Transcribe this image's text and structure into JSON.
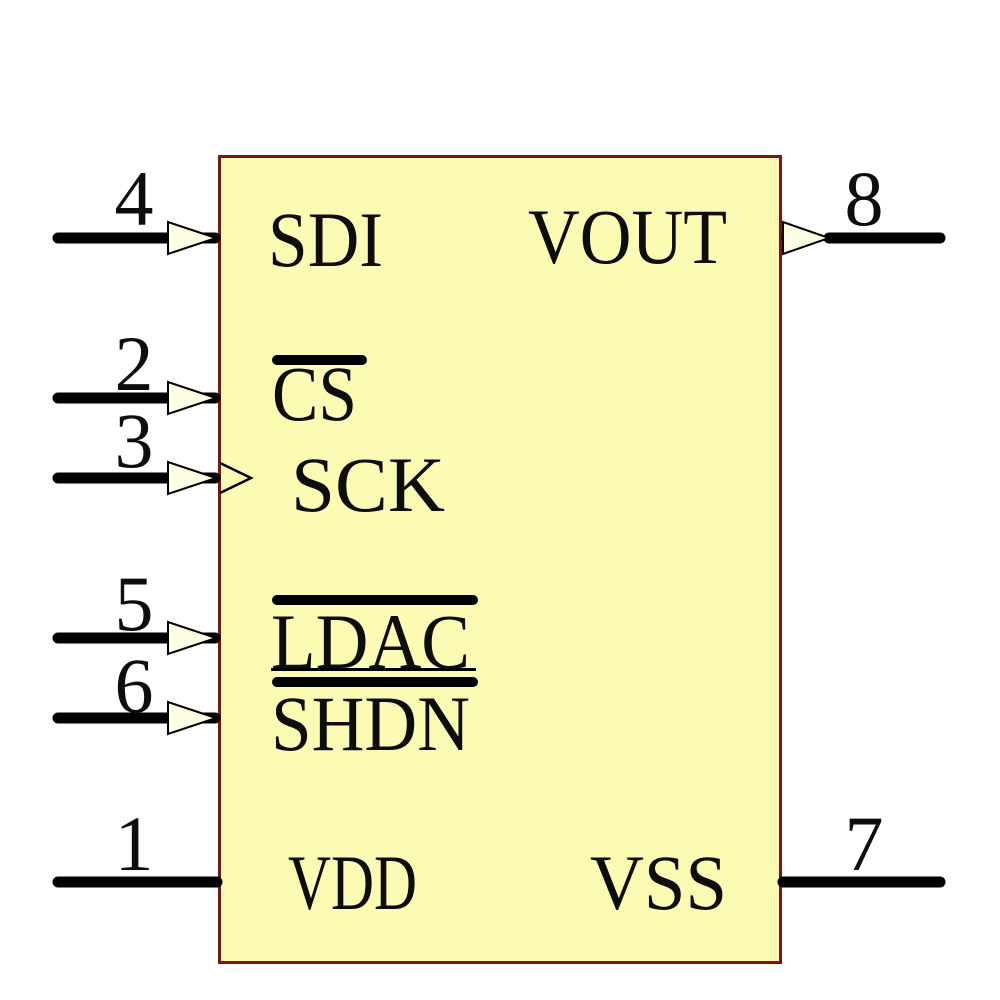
{
  "colors": {
    "background": "#ffffff",
    "body_fill": "#fbfbb4",
    "body_outline": "#7c1616",
    "pin_color": "#000000",
    "arrow_fill": "#fdfde4",
    "text_color": "#0d0d0d"
  },
  "pins": {
    "sdi": {
      "number": "4",
      "label": "SDI",
      "side": "left",
      "direction": "input",
      "active_low": false,
      "clock": false
    },
    "cs": {
      "number": "2",
      "label": "CS",
      "side": "left",
      "direction": "input",
      "active_low": true,
      "clock": false
    },
    "sck": {
      "number": "3",
      "label": "SCK",
      "side": "left",
      "direction": "input",
      "active_low": false,
      "clock": true
    },
    "ldac": {
      "number": "5",
      "label": "LDAC",
      "side": "left",
      "direction": "input",
      "active_low": true,
      "underline": true,
      "clock": false
    },
    "shdn": {
      "number": "6",
      "label": "SHDN",
      "side": "left",
      "direction": "input",
      "active_low": true,
      "clock": false
    },
    "vdd": {
      "number": "1",
      "label": "VDD",
      "side": "left",
      "direction": "power",
      "active_low": false,
      "clock": false
    },
    "vout": {
      "number": "8",
      "label": "VOUT",
      "side": "right",
      "direction": "output",
      "active_low": false,
      "clock": false
    },
    "vss": {
      "number": "7",
      "label": "VSS",
      "side": "right",
      "direction": "power",
      "active_low": false,
      "clock": false
    }
  }
}
